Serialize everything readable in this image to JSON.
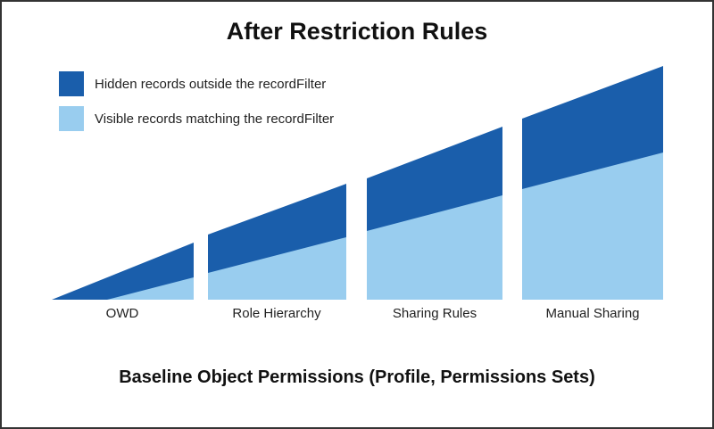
{
  "title": "After Restriction Rules",
  "legend": [
    {
      "label": "Hidden records outside the recordFilter",
      "color": "#1a5eab"
    },
    {
      "label": "Visible records matching the recordFilter",
      "color": "#99cdef"
    }
  ],
  "categories": [
    "OWD",
    "Role Hierarchy",
    "Sharing Rules",
    "Manual Sharing"
  ],
  "footer": "Baseline Object Permissions (Profile, Permissions Sets)"
}
